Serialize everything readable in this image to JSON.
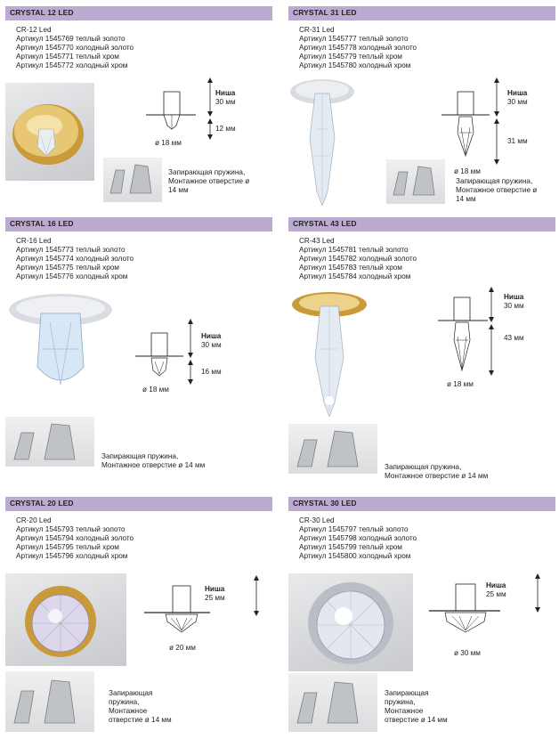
{
  "products": [
    {
      "header": "CRYSTAL 12 LED",
      "model": "CR-12 Led",
      "articles": [
        "Артикул 1545769 теплый золото",
        "Артикул 1545770 холодный золото",
        "Артикул 1545771 теплый хром",
        "Артикул 1545772 холодный хром"
      ],
      "niche_label": "Ниша",
      "niche_value": "30 мм",
      "height_value": "12 мм",
      "diameter": "ø 18 мм",
      "spring_caption": [
        "Запирающая пружина,",
        "Монтажное отверстие ø",
        "14 мм"
      ]
    },
    {
      "header": "CRYSTAL 31 LED",
      "model": "CR-31 Led",
      "articles": [
        "Артикул 1545777 теплый золото",
        "Артикул 1545778 холодный золото",
        "Артикул 1545779 теплый хром",
        "Артикул 1545780 холодный хром"
      ],
      "niche_label": "Ниша",
      "niche_value": "30 мм",
      "height_value": "31 мм",
      "diameter": "ø 18 мм",
      "spring_caption": [
        "Запирающая пружина,",
        "Монтажное отверстие ø",
        "14 мм"
      ]
    },
    {
      "header": "CRYSTAL 16 LED",
      "model": "CR-16 Led",
      "articles": [
        "Артикул 1545773 теплый золото",
        "Артикул 1545774 холодный золото",
        "Артикул 1545775 теплый хром",
        "Артикул 1545776 холодный хром"
      ],
      "niche_label": "Ниша",
      "niche_value": "30 мм",
      "height_value": "16 мм",
      "diameter": "ø 18 мм",
      "spring_caption": [
        "Запирающая пружина,",
        "Монтажное отверстие ø 14 мм"
      ]
    },
    {
      "header": "CRYSTAL 43 LED",
      "model": "CR-43 Led",
      "articles": [
        "Артикул 1545781 теплый золото",
        "Артикул 1545782 холодный золото",
        "Артикул 1545783 теплый хром",
        "Артикул 1545784 холодный хром"
      ],
      "niche_label": "Ниша",
      "niche_value": "30 мм",
      "height_value": "43 мм",
      "diameter": "ø 18 мм",
      "spring_caption": [
        "Запирающая пружина,",
        "Монтажное отверстие ø 14 мм"
      ]
    },
    {
      "header": "CRYSTAL 20 LED",
      "model": "CR-20 Led",
      "articles": [
        "Артикул 1545793 теплый золото",
        "Артикул 1545794 холодный золото",
        "Артикул 1545795 теплый хром",
        "Артикул 1545796 холодный хром"
      ],
      "niche_label": "Ниша",
      "niche_value": "25 мм",
      "height_value": "",
      "diameter": "ø 20 мм",
      "spring_caption": [
        "Запирающая",
        "пружина,",
        "Монтажное",
        "отверстие ø 14 мм"
      ]
    },
    {
      "header": "CRYSTAL 30 LED",
      "model": "CR-30 Led",
      "articles": [
        "Артикул 1545797 теплый золото",
        "Артикул 1545798 холодный золото",
        "Артикул 1545799 теплый хром",
        "Артикул 1545800 холодный хром"
      ],
      "niche_label": "Ниша",
      "niche_value": "25 мм",
      "height_value": "",
      "diameter": "ø 30 мм",
      "spring_caption": [
        "Запирающая",
        "пружина,",
        "Монтажное",
        "отверстие ø 14 мм"
      ]
    }
  ],
  "colors": {
    "header_bg": "#bcaad0",
    "gold": "#d4b25a",
    "chrome": "#c8ccd2"
  }
}
